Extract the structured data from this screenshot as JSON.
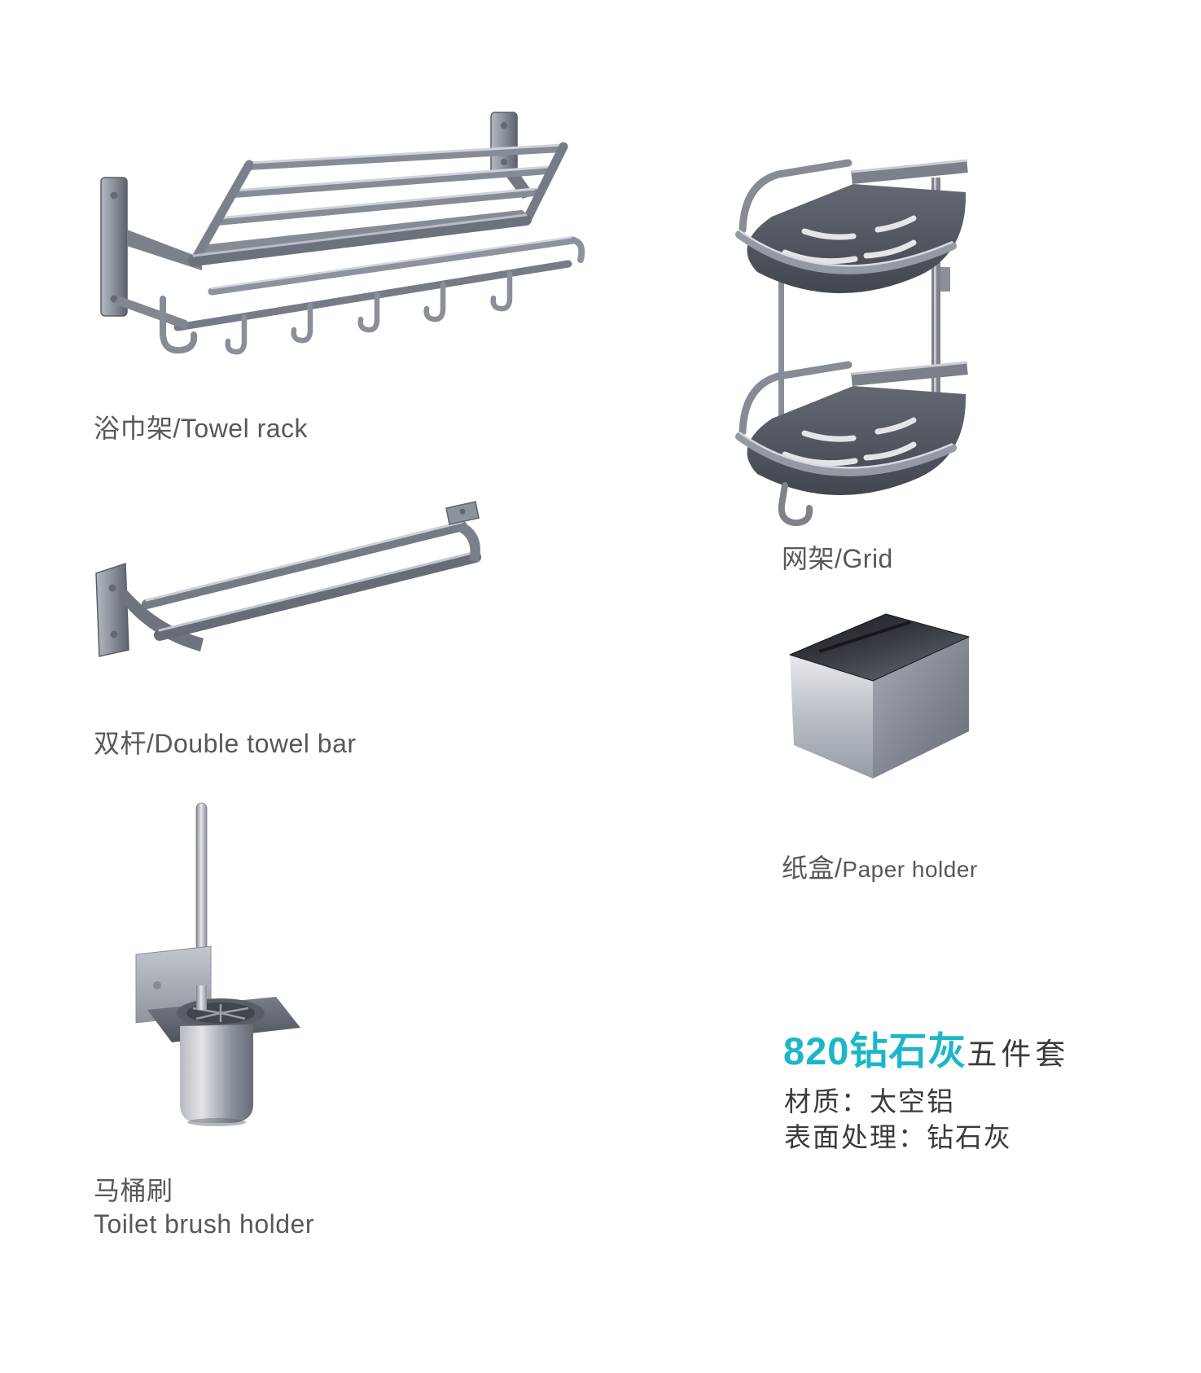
{
  "page": {
    "background": "#ffffff"
  },
  "items": {
    "towel_rack": {
      "label": "浴巾架/Towel rack"
    },
    "double_towel_bar": {
      "label": "双杆/Double towel bar"
    },
    "toilet_brush": {
      "label_zh": "马桶刷",
      "label_en": "Toilet brush holder"
    },
    "grid": {
      "label": "网架/Grid"
    },
    "paper_holder": {
      "label_zh": "纸盒/",
      "label_en": "Paper holder"
    }
  },
  "product_info": {
    "model": "820钻石灰",
    "set": "五件套",
    "material": "材质：太空铝",
    "finish": "表面处理：钻石灰"
  },
  "colors": {
    "accent_teal": "#1cb6ca",
    "label_text": "#595757",
    "dark_text": "#3e3a39",
    "metal_light": "#c9cdd4",
    "metal_mid": "#8a909a",
    "metal_dark": "#5d626c"
  }
}
